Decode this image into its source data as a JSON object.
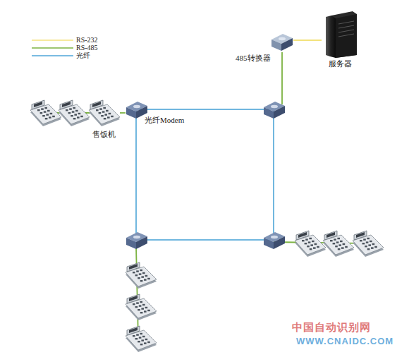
{
  "diagram": {
    "nodes": [
      {
        "text": [
          "服务器"
        ]
      },
      {
        "text": [
          "485转换器"
        ]
      },
      {
        "text": [
          "光纤Modem"
        ]
      },
      {
        "text": [
          "售饭机"
        ]
      }
    ],
    "edges": [
      {
        "from": 1,
        "to": 0,
        "arrow": "none"
      },
      {
        "from": 2,
        "to": 3,
        "arrow": "none"
      }
    ],
    "labels": [
      "中国自动识别网",
      "WWW.CNAIDC.COM"
    ],
    "legend": [
      {
        "text": "RS-232"
      },
      {
        "text": "RS-485"
      },
      {
        "text": "光纤"
      }
    ]
  }
}
